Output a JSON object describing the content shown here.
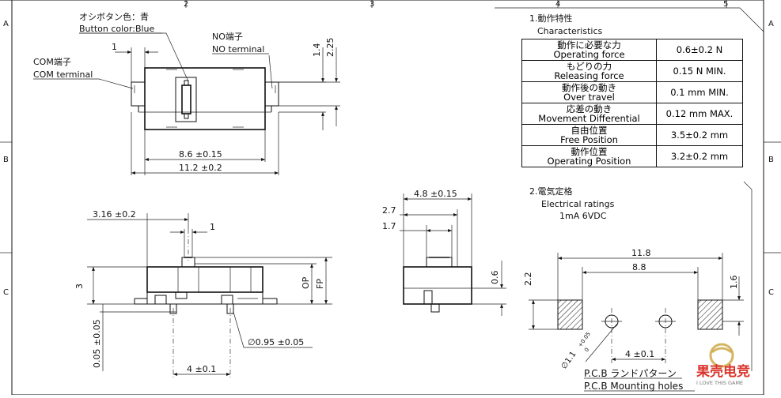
{
  "frame": {
    "rows": [
      "A",
      "B",
      "C"
    ],
    "cols": [
      "2",
      "3",
      "4",
      "5"
    ]
  },
  "top_view": {
    "button_color_jp": "オシボタン色：青",
    "button_color_en": "Button color:Blue",
    "no_terminal_jp": "NO端子",
    "no_terminal_en": "NO terminal",
    "com_terminal_jp": "COM端子",
    "com_terminal_en": "COM terminal",
    "dims": {
      "d1": "1",
      "d14": "1.4",
      "d225": "2.25",
      "d86": "8.6 ±0.15",
      "d112": "11.2 ±0.2"
    }
  },
  "front_view": {
    "dims": {
      "d316": "3.16 ±0.2",
      "d1": "1",
      "d3": "3",
      "op": "OP",
      "fp": "FP",
      "d005": "0.05 ±0.05",
      "d095": "∅0.95 ±0.05",
      "d4": "4 ±0.1"
    }
  },
  "side_view": {
    "dims": {
      "d48": "4.8 ±0.15",
      "d27": "2.7",
      "d17": "1.7",
      "d06": "0.6"
    }
  },
  "characteristics": {
    "heading_jp": "1.動作特性",
    "heading_en": "Characteristics",
    "rows": [
      {
        "jp": "動作に必要な力",
        "en": "Operating force",
        "value": "0.6±0.2 N"
      },
      {
        "jp": "もどりの力",
        "en": "Releasing force",
        "value": "0.15 N MIN."
      },
      {
        "jp": "動作後の動き",
        "en": "Over travel",
        "value": "0.1 mm MIN."
      },
      {
        "jp": "応差の動き",
        "en": "Movement Differential",
        "value": "0.12 mm MAX."
      },
      {
        "jp": "自由位置",
        "en": "Free Position",
        "value": "3.5±0.2 mm"
      },
      {
        "jp": "動作位置",
        "en": "Operating Position",
        "value": "3.2±0.2 mm"
      }
    ]
  },
  "electrical": {
    "heading_jp": "2.電気定格",
    "heading_en": "Electrical ratings",
    "value": "1mA 6VDC"
  },
  "pcb": {
    "dims": {
      "d118": "11.8",
      "d88": "8.8",
      "d22": "2.2",
      "d16": "1.6",
      "d4": "4 ±0.1",
      "hole": "∅1.1",
      "hole_tol_plus": "+0.05",
      "hole_tol_minus": "0"
    },
    "label_jp": "P.C.B ランドパターン",
    "label_en": "P.C.B Mounting holes"
  },
  "watermark": {
    "cn": "果壳电竞",
    "en": "I LOVE THIS GAME"
  }
}
